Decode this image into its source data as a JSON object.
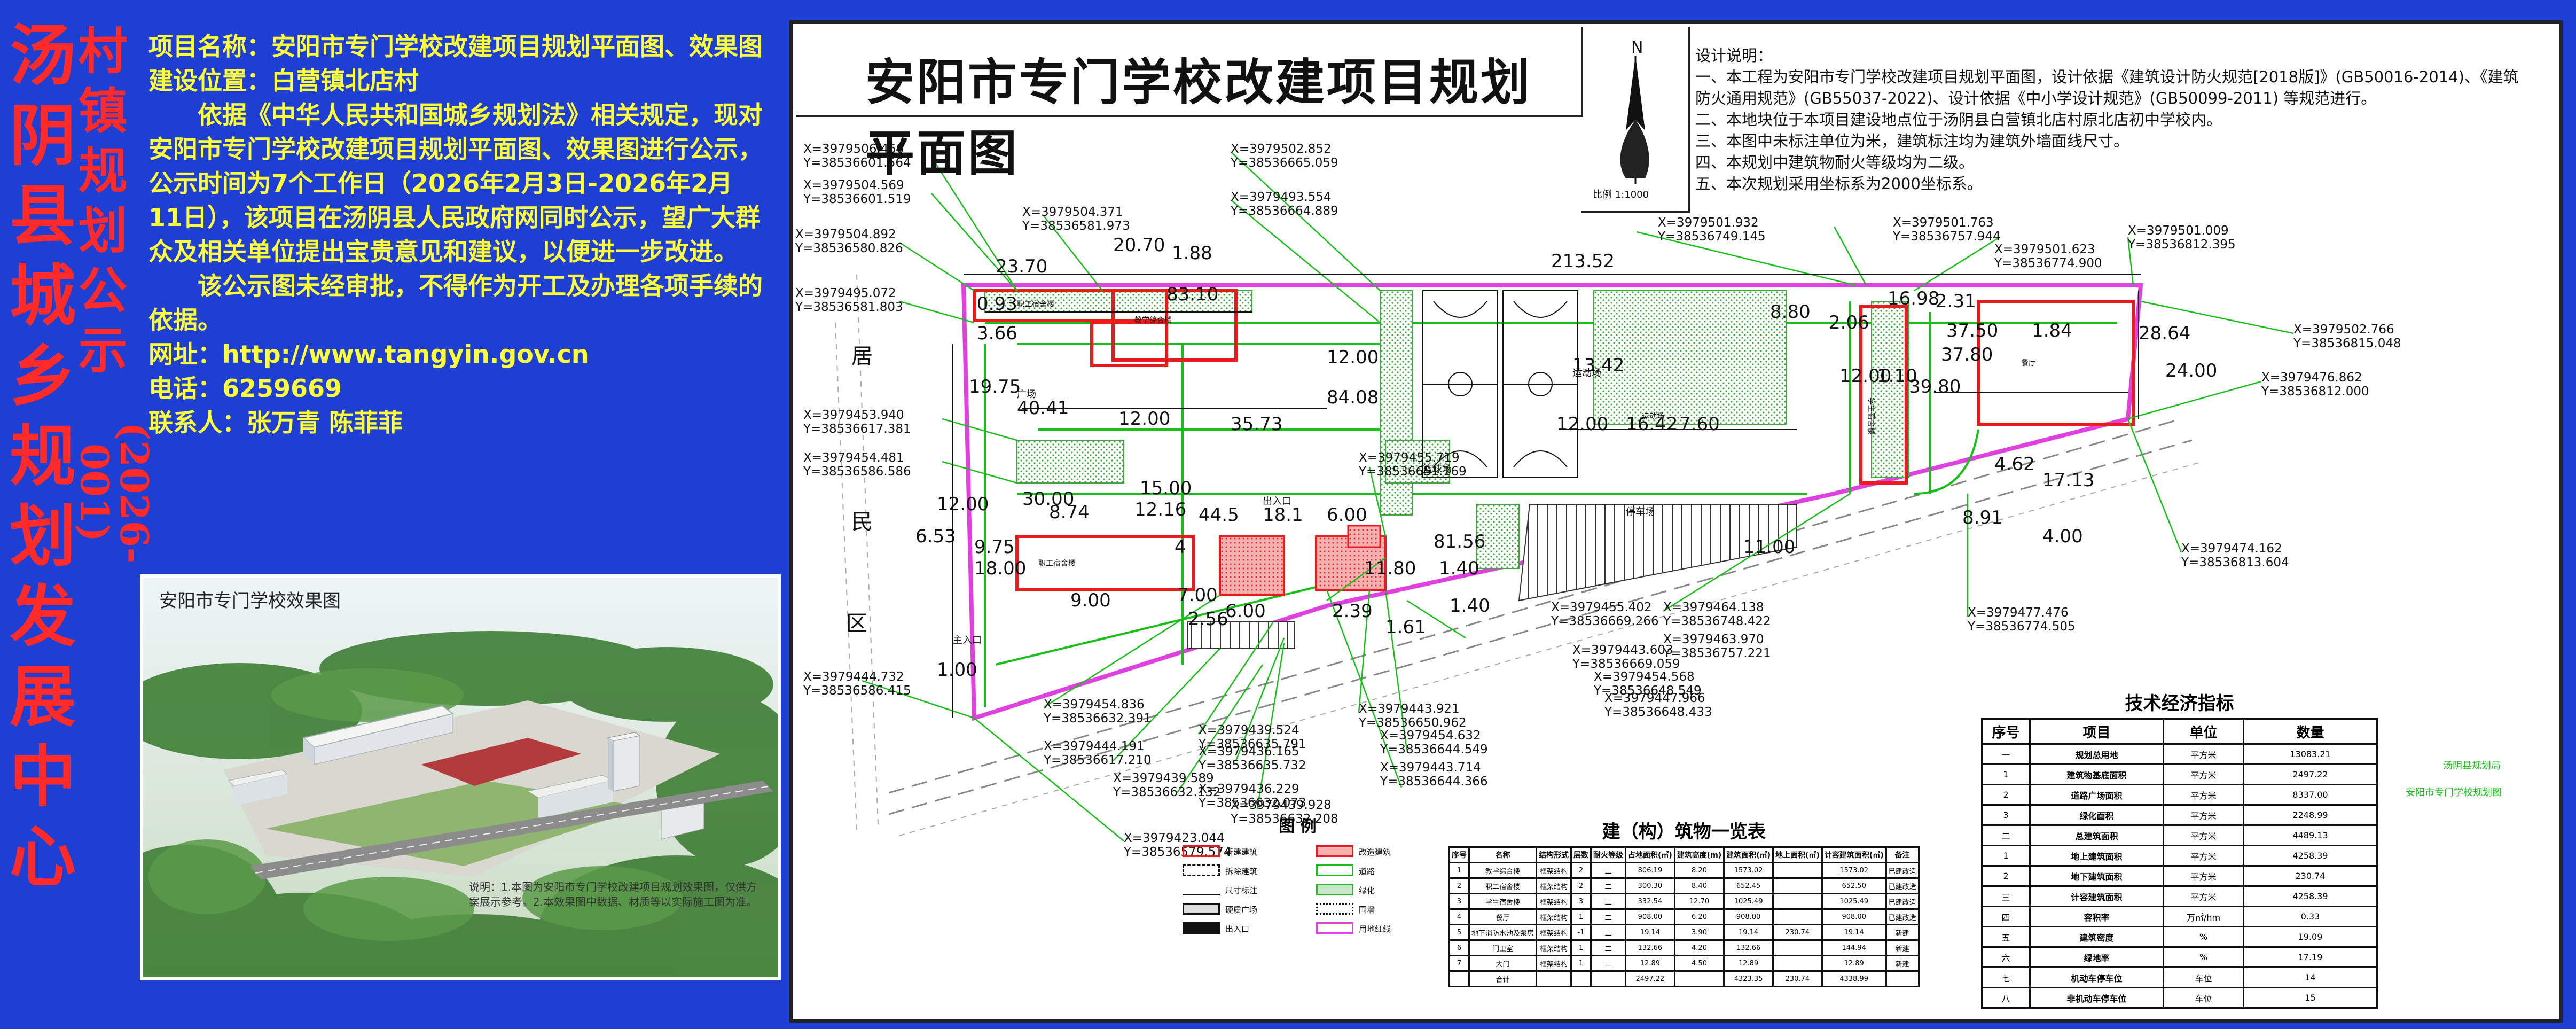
{
  "side": {
    "title_chars": [
      "汤",
      "阴",
      "县",
      "城",
      "乡",
      "规",
      "划",
      "发",
      "展",
      "中",
      "心"
    ],
    "sub_chars": [
      "村",
      "镇",
      "规",
      "划",
      "公",
      "示"
    ],
    "sub_num": "(2026-001)"
  },
  "notice": {
    "project": "项目名称：安阳市专门学校改建项目规划平面图、效果图",
    "location": "建设位置：白营镇北店村",
    "para1": "依据《中华人民共和国城乡规划法》相关规定，现对安阳市专门学校改建项目规划平面图、效果图进行公示，公示时间为7个工作日（2026年2月3日-2026年2月11日），该项目在汤阴县人民政府网同时公示，望广大群众及相关单位提出宝贵意见和建议，以便进一步改进。",
    "para2": "该公示图未经审批，不得作为开工及办理各项手续的依据。",
    "website": "网址：http://www.tangyin.gov.cn",
    "phone": "电话：6259669",
    "contact": "联系人：张万青   陈菲菲"
  },
  "effect": {
    "title": "安阳市专门学校效果图",
    "desc": "说明：1.本图为安阳市专门学校改建项目规划效果图，仅供方案展示参考。2.本效果图中数据、材质等以实际施工图为准。"
  },
  "plan": {
    "title": "安阳市专门学校改建项目规划平面图",
    "scale": "比例 1:1000",
    "notes": [
      "设计说明：",
      "一、本工程为安阳市专门学校改建项目规划平面图，设计依据《建筑设计防火规范[2018版]》(GB50016-2014)、《建筑防火通用规范》(GB55037-2022)、设计依据《中小学设计规范》(GB50099-2011) 等规范进行。",
      "二、本地块位于本项目建设地点位于汤阴县白营镇北店村原北店初中学校内。",
      "三、本图中未标注单位为米，建筑标注均为建筑外墙面线尺寸。",
      "四、本规划中建筑物耐火等级均为二级。",
      "五、本次规划采用坐标系为2000坐标系。"
    ],
    "side_labels": [
      "居",
      "民",
      "区"
    ],
    "coords": [
      "X=3979506.450\nY=38536601.564",
      "X=3979504.569\nY=38536601.519",
      "X=3979504.892\nY=38536580.826",
      "X=3979495.072\nY=38536581.803",
      "X=3979504.371\nY=38536581.973",
      "X=3979502.852\nY=38536665.059",
      "X=3979493.554\nY=38536664.889",
      "X=3979501.932\nY=38536749.145",
      "X=3979501.763\nY=38536757.944",
      "X=3979501.623\nY=38536774.900",
      "X=3979501.009\nY=38536812.395",
      "X=3979502.766\nY=38536815.048",
      "X=3979476.862\nY=38536812.000",
      "X=3979474.162\nY=38536813.604",
      "X=3979477.476\nY=38536774.505",
      "X=3979464.138\nY=38536748.422",
      "X=3979463.970\nY=38536757.221",
      "X=3979455.402\nY=38536669.266",
      "X=3979443.603\nY=38536669.059",
      "X=3979454.568\nY=38536648.549",
      "X=3979447.966\nY=38536648.433",
      "X=3979455.719\nY=38536651.169",
      "X=3979453.940\nY=38536617.381",
      "X=3979454.481\nY=38536586.586",
      "X=3979444.732\nY=38536586.415",
      "X=3979454.836\nY=38536632.391",
      "X=3979444.191\nY=38536617.210",
      "X=3979439.589\nY=38536632.132",
      "X=3979423.044\nY=38536579.574",
      "X=3979439.524\nY=38536635.791",
      "X=3979436.165\nY=38536635.732",
      "X=3979436.229\nY=38536632.073",
      "X=3979443.921\nY=38536650.962",
      "X=3979454.632\nY=38536644.549",
      "X=3979443.714\nY=38536644.366",
      "X=3979439.928\nY=38536632.208"
    ],
    "dims": [
      "20.70",
      "23.70",
      "213.52",
      "83.10",
      "1.88",
      "0.93",
      "3.66",
      "19.75",
      "40.41",
      "12.00",
      "35.73",
      "12.00",
      "84.08",
      "13.42",
      "12.00",
      "16.42",
      "7.60",
      "8.80",
      "2.06",
      "16.98",
      "37.50",
      "1.84",
      "2.31",
      "28.64",
      "24.00",
      "37.80",
      "12.00",
      "1.10",
      "39.80",
      "4.62",
      "17.13",
      "8.91",
      "4.00",
      "11.00",
      "81.56",
      "6.53",
      "12.00",
      "30.00",
      "8.74",
      "9.75",
      "18.00",
      "9.00",
      "15.00",
      "12.16",
      "44.5",
      "18.1",
      "6.00",
      "1.00",
      "7.00",
      "2.56",
      "6.00",
      "2.39",
      "1.40",
      "1.61",
      "11.80",
      "4",
      "1.40"
    ],
    "area_labels": [
      "广场",
      "运动场",
      "停车场",
      "篮球场",
      "出入口",
      "主入口"
    ]
  },
  "legend": {
    "title": "图   例",
    "items": [
      "新建建筑",
      "改造建筑",
      "拆除建筑",
      "道路",
      "尺寸标注",
      "绿化",
      "硬质广场",
      "围墙",
      "出入口",
      "用地红线"
    ]
  },
  "buildings": {
    "title": "建（构）筑物一览表",
    "headers": [
      "序号",
      "名称",
      "结构形式",
      "层数",
      "耐火等级",
      "占地面积(㎡)",
      "建筑高度(m)",
      "建筑面积(㎡)",
      "地上面积(㎡)",
      "计容建筑面积(㎡)",
      "备注"
    ],
    "rows": [
      [
        "1",
        "教学综合楼",
        "框架结构",
        "2",
        "二",
        "806.19",
        "8.20",
        "1573.02",
        "",
        "1573.02",
        "已建改造"
      ],
      [
        "2",
        "职工宿舍楼",
        "框架结构",
        "2",
        "二",
        "300.30",
        "8.40",
        "652.45",
        "",
        "652.50",
        "已建改造"
      ],
      [
        "3",
        "学生宿舍楼",
        "框架结构",
        "3",
        "二",
        "332.54",
        "12.70",
        "1025.49",
        "",
        "1025.49",
        "已建改造"
      ],
      [
        "4",
        "餐厅",
        "框架结构",
        "1",
        "二",
        "908.00",
        "6.20",
        "908.00",
        "",
        "908.00",
        "已建改造"
      ],
      [
        "5",
        "地下消防水池及泵房",
        "框架结构",
        "-1",
        "二",
        "19.14",
        "3.90",
        "19.14",
        "230.74",
        "19.14",
        "新建"
      ],
      [
        "6",
        "门卫室",
        "框架结构",
        "1",
        "二",
        "132.66",
        "4.20",
        "132.66",
        "",
        "144.94",
        "新建"
      ],
      [
        "7",
        "大门",
        "框架结构",
        "1",
        "二",
        "12.89",
        "4.50",
        "12.89",
        "",
        "12.89",
        "新建"
      ],
      [
        "",
        "合计",
        "",
        "",
        "",
        "2497.22",
        "",
        "4323.35",
        "230.74",
        "4338.99",
        ""
      ]
    ]
  },
  "eco": {
    "title": "技术经济指标",
    "headers": [
      "序号",
      "项目",
      "单位",
      "数量"
    ],
    "rows": [
      [
        "一",
        "规划总用地",
        "平方米",
        "13083.21"
      ],
      [
        "1",
        "建筑物基底面积",
        "平方米",
        "2497.22"
      ],
      [
        "2",
        "道路广场面积",
        "平方米",
        "8337.00"
      ],
      [
        "3",
        "绿化面积",
        "平方米",
        "2248.99"
      ],
      [
        "二",
        "总建筑面积",
        "平方米",
        "4489.13"
      ],
      [
        "1",
        "地上建筑面积",
        "平方米",
        "4258.39"
      ],
      [
        "2",
        "地下建筑面积",
        "平方米",
        "230.74"
      ],
      [
        "三",
        "计容建筑面积",
        "平方米",
        "4258.39"
      ],
      [
        "四",
        "容积率",
        "万㎡/hm",
        "0.33"
      ],
      [
        "五",
        "建筑密度",
        "%",
        "19.09"
      ],
      [
        "六",
        "绿地率",
        "%",
        "17.19"
      ],
      [
        "七",
        "机动车停车位",
        "车位",
        "14"
      ],
      [
        "八",
        "非机动车停车位",
        "车位",
        "15"
      ]
    ]
  },
  "stamp": {
    "line1": "汤阴县规划局",
    "line2": "安阳市专门学校规划图"
  },
  "colors": {
    "background": "#1f3fd2",
    "red_text": "#ff2a2a",
    "yellow_text": "#ffff3a",
    "boundary_magenta": "#e040e0",
    "road_green": "#16c016",
    "building_red": "#e81c1c",
    "hatch_green": "#3fa83f"
  }
}
